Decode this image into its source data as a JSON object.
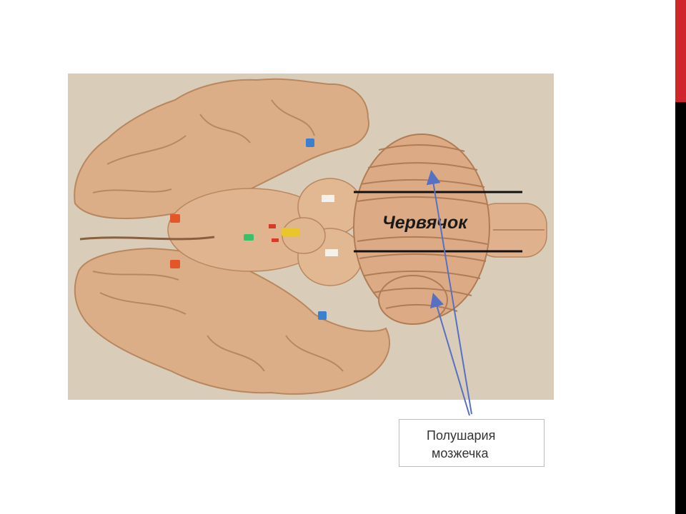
{
  "slide": {
    "vermis_label": "Червячок",
    "hemispheres_label": {
      "line1": "Полушария",
      "line2": "мозжечка"
    }
  },
  "colors": {
    "accent_red": "#d0262b",
    "side_bar": "#000000",
    "arrow": "#5670c4",
    "photo_background": "#d9ccb8",
    "brain_tissue": "#dcae88"
  }
}
